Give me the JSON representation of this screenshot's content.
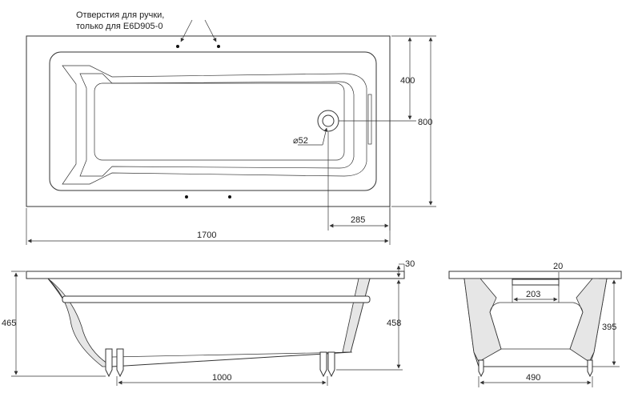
{
  "note": {
    "line1": "Отверстия для ручки,",
    "line2": "только для E6D905-0"
  },
  "dimensions": {
    "top_length": "1700",
    "top_width": "800",
    "top_half_width": "400",
    "drain_offset": "285",
    "drain_diameter": "⌀52",
    "side_rim": "30",
    "side_total_height": "465",
    "side_inner_height": "458",
    "side_legs_span": "1000",
    "end_rim": "20",
    "end_overflow": "203",
    "end_height": "395",
    "end_legs_span": "490"
  }
}
